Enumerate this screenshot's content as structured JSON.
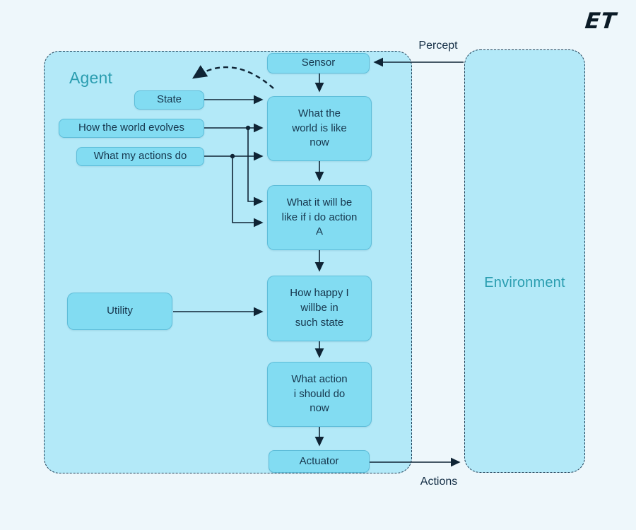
{
  "logo": {
    "text": "ET"
  },
  "agent": {
    "label": "Agent"
  },
  "environment": {
    "label": "Environment"
  },
  "nodes": {
    "sensor": {
      "text": "Sensor"
    },
    "state": {
      "text": "State"
    },
    "evolves": {
      "text": "How the world evolves"
    },
    "actions_do": {
      "text": "What my actions do"
    },
    "world_now": {
      "text": "What the\nworld is like\nnow"
    },
    "world_if": {
      "text": "What it will be\nlike if i do action\nA"
    },
    "happy": {
      "text": "How happy I\nwillbe in\nsuch state"
    },
    "action_now": {
      "text": "What action\ni should do\nnow"
    },
    "actuator": {
      "text": "Actuator"
    },
    "utility": {
      "text": "Utility"
    }
  },
  "flows": {
    "percept_label": "Percept",
    "actions_label": "Actions"
  },
  "colors": {
    "background": "#eef7fb",
    "container_fill": "#b3e9f8",
    "node_fill": "#82dcf2",
    "dashed_border": "#1e3d55",
    "arrow": "#0f2435",
    "teal_label": "#2a9db0",
    "node_text": "#16364d"
  }
}
